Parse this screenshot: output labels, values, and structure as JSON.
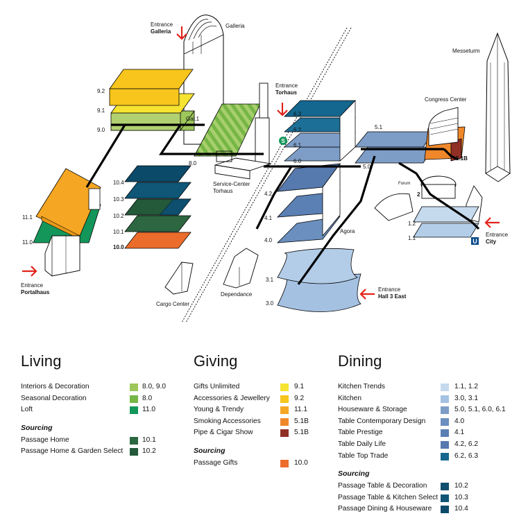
{
  "colors": {
    "living_interiors": "#9dc65b",
    "living_seasonal": "#76b646",
    "living_loft": "#14965a",
    "living_passage_home": "#2c6741",
    "living_passage_select": "#24593a",
    "giving_gifts": "#f6e332",
    "giving_accessories": "#f7c51c",
    "giving_young": "#f5a623",
    "giving_smoking": "#f0882a",
    "giving_pipe": "#8f2f25",
    "giving_passage": "#ec6c2b",
    "dining_trends": "#c6daee",
    "dining_kitchen": "#a4c1e2",
    "dining_houseware": "#7d9dc7",
    "dining_contemporary": "#6b8fbf",
    "dining_prestige": "#5a80b4",
    "dining_daily": "#5679ae",
    "dining_toptrade": "#14678f",
    "dining_passage_table": "#0e4e6e",
    "dining_passage_kitchen": "#0f5677",
    "dining_passage_dining": "#0c4a6a",
    "entrance_arrow": "#e2231a",
    "path": "#000000"
  },
  "map": {
    "entrances": {
      "galleria": {
        "line1": "Entrance",
        "line2": "Galleria"
      },
      "torhaus": {
        "line1": "Entrance",
        "line2": "Torhaus"
      },
      "portalhaus": {
        "line1": "Entrance",
        "line2": "Portalhaus"
      },
      "city": {
        "line1": "Entrance",
        "line2": "City"
      },
      "hall3east": {
        "line1": "Entrance",
        "line2": "Hall 3 East"
      }
    },
    "buildings": {
      "galleria": "Galleria",
      "messeturm": "Messeturm",
      "congress_center": "Congress Center",
      "service_center_1": "Service-Center",
      "service_center_2": "Torhaus",
      "cargo_center": "Cargo Center",
      "dependance": "Dependance",
      "agora": "Agora",
      "forum": "Forum"
    },
    "halls": {
      "h9_2": "9.2",
      "h9_1": "9.1",
      "h9_0": "9.0",
      "gal1": "Gal.1",
      "h8_0": "8.0",
      "h11_1": "11.1",
      "h11_0": "11.0",
      "h10_4": "10.4",
      "h10_3": "10.3",
      "h10_2": "10.2",
      "h10_1": "10.1",
      "h10_0": "10.0",
      "h6_3": "6.3",
      "h6_2": "6.2",
      "h6_1": "6.1",
      "h6_0": "6.0",
      "h5_1": "5.1",
      "h5_0": "5.0",
      "h5_1b": "5.1B",
      "h4_2": "4.2",
      "h4_1": "4.1",
      "h4_0": "4.0",
      "h3_1": "3.1",
      "h3_0": "3.0",
      "h1_2": "1.2",
      "h1_1": "1.1",
      "h2": "2"
    },
    "icons": {
      "s_bahn": "S",
      "u_bahn": "U"
    }
  },
  "living": {
    "title": "Living",
    "items": [
      {
        "name": "Interiors & Decoration",
        "halls": "8.0, 9.0"
      },
      {
        "name": "Seasonal Decoration",
        "halls": "8.0"
      },
      {
        "name": "Loft",
        "halls": "11.0"
      }
    ],
    "sourcing_title": "Sourcing",
    "sourcing": [
      {
        "name": "Passage Home",
        "halls": "10.1"
      },
      {
        "name": "Passage Home & Garden Select",
        "halls": "10.2"
      }
    ]
  },
  "giving": {
    "title": "Giving",
    "items": [
      {
        "name": "Gifts Unlimited",
        "halls": "9.1"
      },
      {
        "name": "Accessories & Jewellery",
        "halls": "9.2"
      },
      {
        "name": "Young & Trendy",
        "halls": "11.1"
      },
      {
        "name": "Smoking Accessories",
        "halls": "5.1B"
      },
      {
        "name": "Pipe & Cigar Show",
        "halls": "5.1B"
      }
    ],
    "sourcing_title": "Sourcing",
    "sourcing": [
      {
        "name": "Passage Gifts",
        "halls": "10.0"
      }
    ]
  },
  "dining": {
    "title": "Dining",
    "items": [
      {
        "name": "Kitchen Trends",
        "halls": "1.1, 1.2"
      },
      {
        "name": "Kitchen",
        "halls": "3.0, 3.1"
      },
      {
        "name": "Houseware & Storage",
        "halls": "5.0, 5.1, 6.0, 6.1"
      },
      {
        "name": "Table Contemporary Design",
        "halls": "4.0"
      },
      {
        "name": "Table Prestige",
        "halls": "4.1"
      },
      {
        "name": "Table Daily Life",
        "halls": "4.2, 6.2"
      },
      {
        "name": "Table Top Trade",
        "halls": "6.2, 6.3"
      }
    ],
    "sourcing_title": "Sourcing",
    "sourcing": [
      {
        "name": "Passage Table & Decoration",
        "halls": "10.2"
      },
      {
        "name": "Passage Table & Kitchen Select",
        "halls": "10.3"
      },
      {
        "name": "Passage Dining & Houseware",
        "halls": "10.4"
      }
    ]
  }
}
